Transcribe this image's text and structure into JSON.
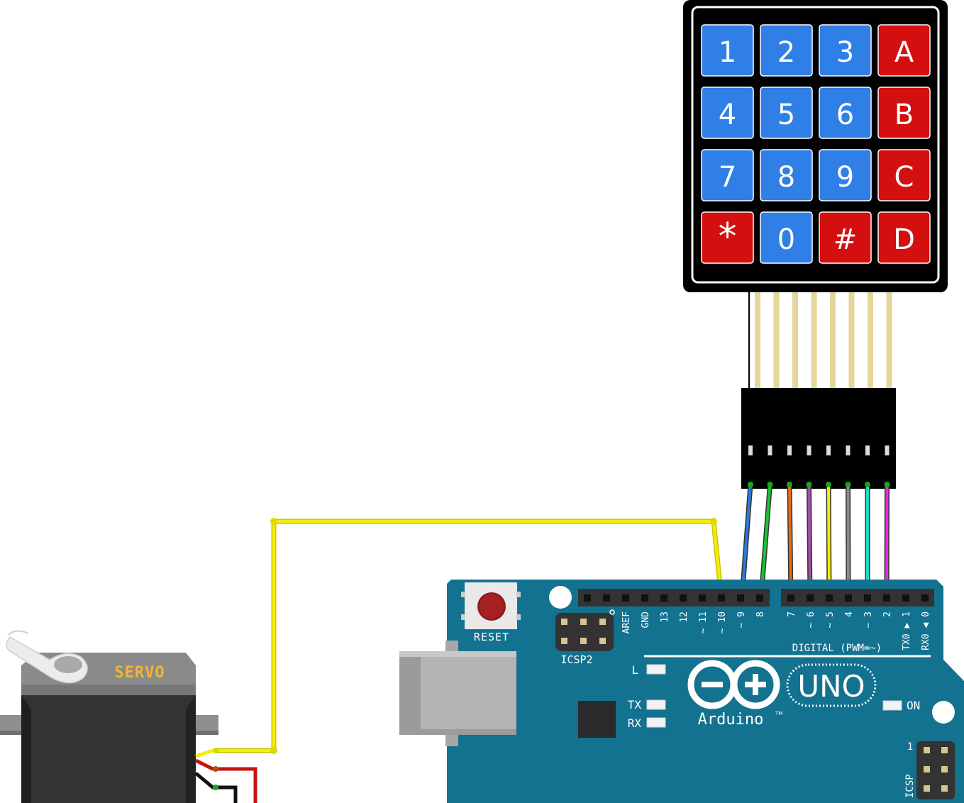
{
  "keypad": {
    "keys": [
      {
        "label": "1",
        "color": "#2f7fe6"
      },
      {
        "label": "2",
        "color": "#2f7fe6"
      },
      {
        "label": "3",
        "color": "#2f7fe6"
      },
      {
        "label": "A",
        "color": "#d40f0f"
      },
      {
        "label": "4",
        "color": "#2f7fe6"
      },
      {
        "label": "5",
        "color": "#2f7fe6"
      },
      {
        "label": "6",
        "color": "#2f7fe6"
      },
      {
        "label": "B",
        "color": "#d40f0f"
      },
      {
        "label": "7",
        "color": "#2f7fe6"
      },
      {
        "label": "8",
        "color": "#2f7fe6"
      },
      {
        "label": "9",
        "color": "#2f7fe6"
      },
      {
        "label": "C",
        "color": "#d40f0f"
      },
      {
        "label": "*",
        "color": "#d40f0f"
      },
      {
        "label": "0",
        "color": "#2f7fe6"
      },
      {
        "label": "#",
        "color": "#d40f0f"
      },
      {
        "label": "D",
        "color": "#d40f0f"
      }
    ]
  },
  "servo": {
    "label": "SERVO",
    "label_color": "#f2b531"
  },
  "arduino": {
    "board_color": "#13728f",
    "reset_label": "RESET",
    "icsp2_label": "ICSP2",
    "icsp_label": "ICSP",
    "icsp_pin1": "1",
    "digital_label": "DIGITAL (PWM=~)",
    "brand": "Arduino",
    "tm": "TM",
    "model": "UNO",
    "led_labels": {
      "l": "L",
      "tx": "TX",
      "rx": "RX",
      "on": "ON"
    },
    "pins_left": [
      "AREF",
      "GND",
      "13",
      "12",
      "~ 11",
      "~ 10",
      "~ 9",
      "8"
    ],
    "pins_right": [
      "7",
      "~ 6",
      "~ 5",
      "4",
      "~ 3",
      "2",
      "TX0 ▶ 1",
      "RX0 ◀ 0"
    ]
  },
  "wires": {
    "servo_signal": "#f5ec0a",
    "servo_power": "#c81313",
    "servo_ground": "#111111",
    "keypad": [
      "#2b79d6",
      "#19c431",
      "#e46a16",
      "#a14fa8",
      "#f5ec0a",
      "#8a8a8a",
      "#20d9c8",
      "#e32ae0"
    ]
  }
}
